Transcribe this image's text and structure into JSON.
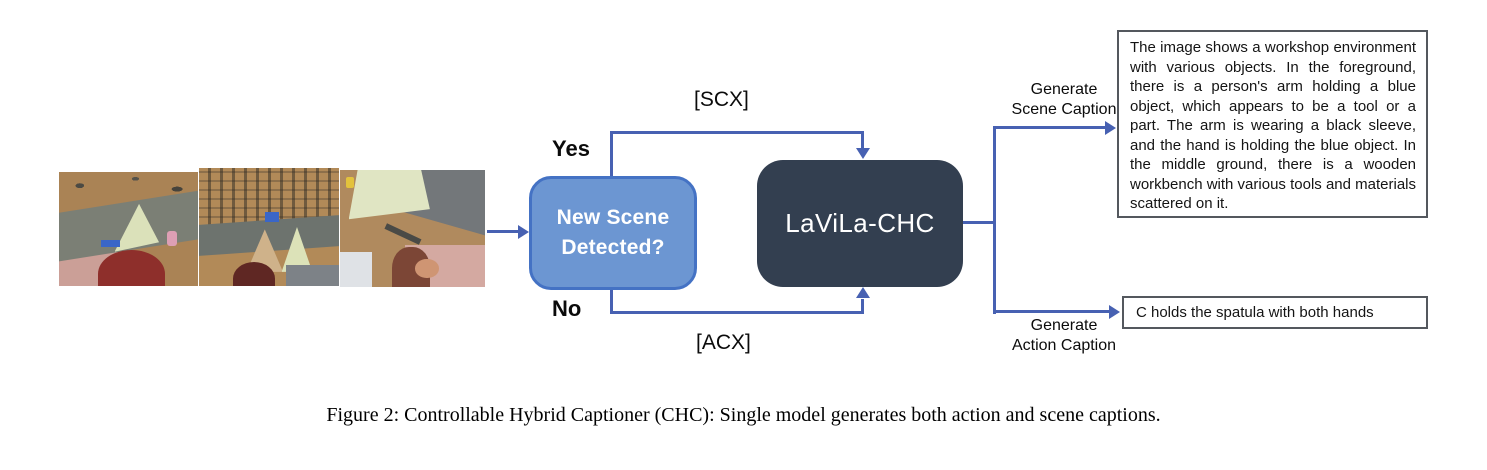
{
  "figure_caption": "Figure 2: Controllable Hybrid Captioner (CHC): Single model generates both action and scene captions.",
  "pipeline": {
    "input_frames": {
      "count": "3"
    },
    "decision_box": {
      "label": "New Scene\nDetected?"
    },
    "model_box": {
      "label": "LaViLa-CHC"
    },
    "branches": {
      "yes": {
        "label": "Yes",
        "token": "[SCX]"
      },
      "no": {
        "label": "No",
        "token": "[ACX]"
      }
    },
    "outputs": {
      "scene": {
        "arrow_label": "Generate\nScene Caption",
        "caption": "The image shows a workshop environment with various objects. In the foreground, there is a person's arm holding a blue object, which appears to be a tool or a part. The arm is wearing a black sleeve, and the hand is holding the blue object. In the middle ground, there is a wooden workbench with various tools and materials scattered on it."
      },
      "action": {
        "arrow_label": "Generate\nAction Caption",
        "caption": "C holds the spatula with both hands"
      }
    }
  },
  "colors": {
    "decision_fill": "#6C96D2",
    "decision_border": "#4472C4",
    "model_fill": "#333F50",
    "arrow": "#4761B2",
    "output_box_border": "#54585E"
  }
}
